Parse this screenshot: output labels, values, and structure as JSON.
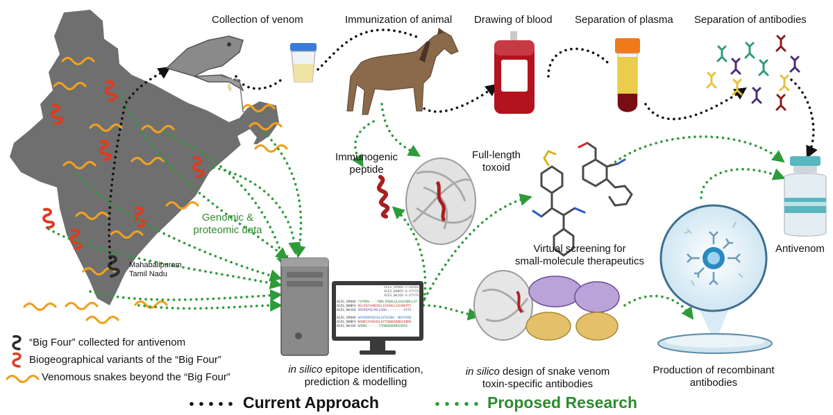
{
  "steps": {
    "collection": "Collection of venom",
    "immunization": "Immunization of animal",
    "drawing": "Drawing of blood",
    "plasma": "Separation of plasma",
    "antibodies": "Separation of antibodies",
    "antivenom": "Antivenom"
  },
  "research": {
    "genomic_line1": "Genomic &",
    "genomic_line2": "proteomic data",
    "peptide_line1": "Immunogenic",
    "peptide_line2": "peptide",
    "toxoid_line1": "Full-length",
    "toxoid_line2": "toxoid",
    "screening_line1": "Virtual screening for",
    "screening_line2": "small-molecule therapeutics",
    "epitope_italic": "in silico",
    "epitope_line1_rest": " epitope identification,",
    "epitope_line2": "prediction & modelling",
    "design_italic": "in silico",
    "design_line1_rest": " design of snake venom",
    "design_line2": "toxin-specific antibodies",
    "production_line1": "Production of recombinant",
    "production_line2": "antibodies"
  },
  "map": {
    "location_line1": "Mahabalipuram",
    "location_line2": "Tamil Nadu"
  },
  "legend": {
    "big_four": "“Big Four” collected for antivenom",
    "variants": "Biogeographical variants of the “Big Four”",
    "venomous": "Venomous snakes beyond the “Big Four”",
    "current": "Current Approach",
    "proposed": "Proposed Research"
  },
  "screen_text": {
    "header1": "ACES_OPHHA-C:XXXXX",
    "header2": "ACES_BUNFA-X:X7Y7X",
    "header3": "ACES_NAJOX-X:X7Y7X",
    "row1_name": "ACES_OPHHA",
    "row1_seq": "YIPPNV----TNDLIRQHLQLEAQIQDLLVY",
    "row2_name": "ACES_BUNFA",
    "row2_seq": "RGLPGFSHRERSLIEKADLLEGVNSPTF",
    "row3_name": "ACES_NAJOX",
    "row3_seq": "FDVPGPSEYKLSIRQ---------AYTE",
    "row4_name": "ACES_OPHHA",
    "row4_seq": "HAYEDVPQSIALSYSEGDE--NEFAYRE",
    "row5_name": "ACES_BUNFA",
    "row5_seq": "NANDIAYDAVVLQYTDWQDQDNEEKNRE",
    "row6_name": "ACES_NAJOX",
    "row6_seq": "NANDI------YTDWQDQDNEEDRSE"
  },
  "colors": {
    "current_path": "#111111",
    "proposed_path": "#2e9b3a",
    "map": "#6f6f6f",
    "big_four_snake": "#2b2b2b",
    "variant_snake": "#e03a1e",
    "venomous_snake": "#f0a020",
    "blood": "#b3121f",
    "plasma": "#e8c13a",
    "vial": "#58b7c0"
  }
}
